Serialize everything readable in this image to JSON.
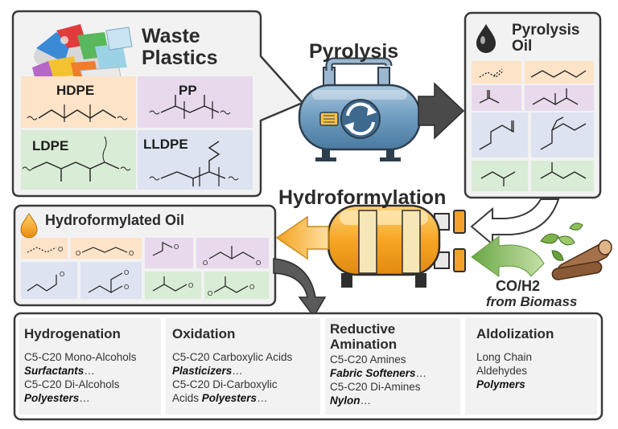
{
  "waste": {
    "title_line1": "Waste",
    "title_line2": "Plastics",
    "polymers": [
      "HDPE",
      "PP",
      "LDPE",
      "LLDPE"
    ]
  },
  "pyrolysis": {
    "label": "Pyrolysis"
  },
  "pyrolysis_oil": {
    "title_line1": "Pyrolysis",
    "title_line2": "Oil"
  },
  "hydroformylation": {
    "label": "Hydroformylation"
  },
  "hydroformylated_oil": {
    "title": "Hydroformylated Oil"
  },
  "syngas": {
    "line1": "CO/H2",
    "line2": "from Biomass"
  },
  "applications": [
    {
      "title_line1": "Hydrogenation",
      "title_line2": "",
      "lines": [
        {
          "plain": "C5-C20 Mono-Alcohols",
          "bold": "",
          "suffix": ""
        },
        {
          "plain": "",
          "bold": "Surfactants",
          "suffix": "…"
        },
        {
          "plain": "C5-C20 Di-Alcohols",
          "bold": "",
          "suffix": ""
        },
        {
          "plain": "",
          "bold": "Polyesters",
          "suffix": "…"
        }
      ]
    },
    {
      "title_line1": "Oxidation",
      "title_line2": "",
      "lines": [
        {
          "plain": "C5-C20 Carboxylic Acids",
          "bold": "",
          "suffix": ""
        },
        {
          "plain": "",
          "bold": "Plasticizers",
          "suffix": "…"
        },
        {
          "plain": "C5-C20 Di-Carboxylic",
          "bold": "",
          "suffix": ""
        },
        {
          "plain": "Acids ",
          "bold": "Polyesters",
          "suffix": "…"
        }
      ]
    },
    {
      "title_line1": "Reductive",
      "title_line2": "Amination",
      "lines": [
        {
          "plain": "C5-C20 Amines",
          "bold": "",
          "suffix": ""
        },
        {
          "plain": "",
          "bold": "Fabric Softeners",
          "suffix": "…"
        },
        {
          "plain": "C5-C20 Di-Amines",
          "bold": "",
          "suffix": ""
        },
        {
          "plain": "",
          "bold": "Nylon",
          "suffix": "…"
        }
      ]
    },
    {
      "title_line1": "Aldolization",
      "title_line2": "",
      "lines": [
        {
          "plain": "Long Chain",
          "bold": "",
          "suffix": ""
        },
        {
          "plain": "Aldehydes",
          "bold": "",
          "suffix": ""
        },
        {
          "plain": "",
          "bold": "Polymers",
          "suffix": ""
        }
      ]
    }
  ],
  "colors": {
    "orange_cell": "#fde3c8",
    "purple_cell": "#e8d9ec",
    "green_cell": "#d9ecd5",
    "blue_cell": "#dde3f1",
    "panel_bg": "#f2f2f2",
    "panel_border": "#3b3b3b",
    "vessel_orange": "#f3a12a",
    "vessel_blue": "#6fa0c5"
  }
}
